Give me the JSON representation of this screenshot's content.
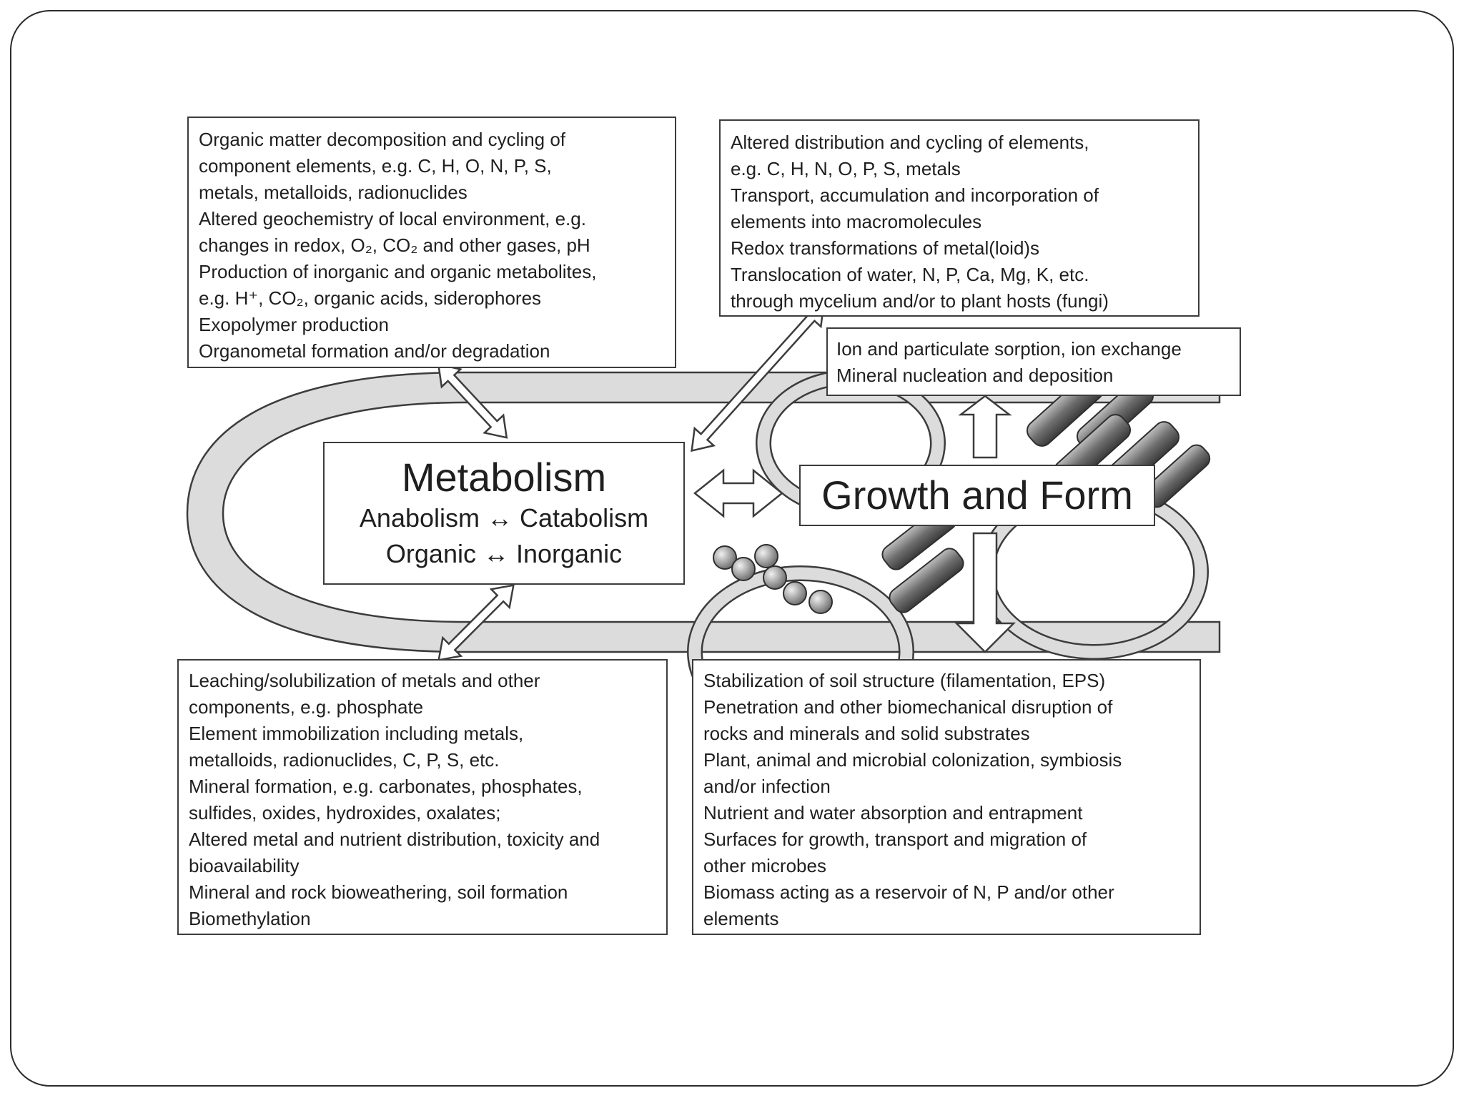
{
  "colors": {
    "band_fill": "#dcdcdc",
    "outline": "#3c3c3c",
    "box_fill": "#ffffff",
    "text": "#1f1f1f",
    "segment_fill": "#7a7a7a",
    "bead_fill": "#9a9a9a"
  },
  "top_left": {
    "lines": [
      "Organic matter decomposition and cycling of",
      "component elements, e.g. C, H, O, N, P, S,",
      "metals, metalloids, radionuclides",
      "Altered geochemistry of local environment, e.g.",
      "changes in redox, O₂, CO₂ and other gases, pH",
      "Production of inorganic and organic metabolites,",
      "e.g. H⁺, CO₂, organic acids, siderophores",
      "Exopolymer production",
      "Organometal formation and/or degradation"
    ]
  },
  "top_right": {
    "lines": [
      "Altered distribution and cycling of elements,",
      "e.g. C, H, N, O, P, S, metals",
      "Transport, accumulation and incorporation of",
      "elements into macromolecules",
      "Redox transformations of metal(loid)s",
      "Translocation of water, N, P, Ca, Mg, K, etc.",
      "through mycelium and/or to plant hosts (fungi)"
    ]
  },
  "sorption": {
    "lines": [
      "Ion and particulate sorption, ion exchange",
      "Mineral nucleation and deposition"
    ]
  },
  "metabolism": {
    "title": "Metabolism",
    "line1": "Anabolism ↔ Catabolism",
    "line2": "Organic ↔ Inorganic"
  },
  "growth": {
    "title": "Growth and Form"
  },
  "bottom_left": {
    "lines": [
      "Leaching/solubilization of metals and other",
      "components, e.g. phosphate",
      "Element immobilization including metals,",
      "metalloids, radionuclides,  C, P, S, etc.",
      "Mineral formation, e.g. carbonates, phosphates,",
      "sulfides, oxides, hydroxides, oxalates;",
      "Altered metal and nutrient distribution, toxicity and",
      "bioavailability",
      "Mineral and rock bioweathering, soil formation",
      "Biomethylation"
    ]
  },
  "bottom_right": {
    "lines": [
      "Stabilization of soil structure (filamentation, EPS)",
      "Penetration and other biomechanical disruption of",
      "rocks and minerals and solid substrates",
      "Plant, animal and microbial colonization, symbiosis",
      "and/or infection",
      "Nutrient and water absorption and entrapment",
      "Surfaces for growth, transport  and migration of",
      "other microbes",
      "Biomass acting as a reservoir of N, P and/or other",
      "elements"
    ]
  }
}
